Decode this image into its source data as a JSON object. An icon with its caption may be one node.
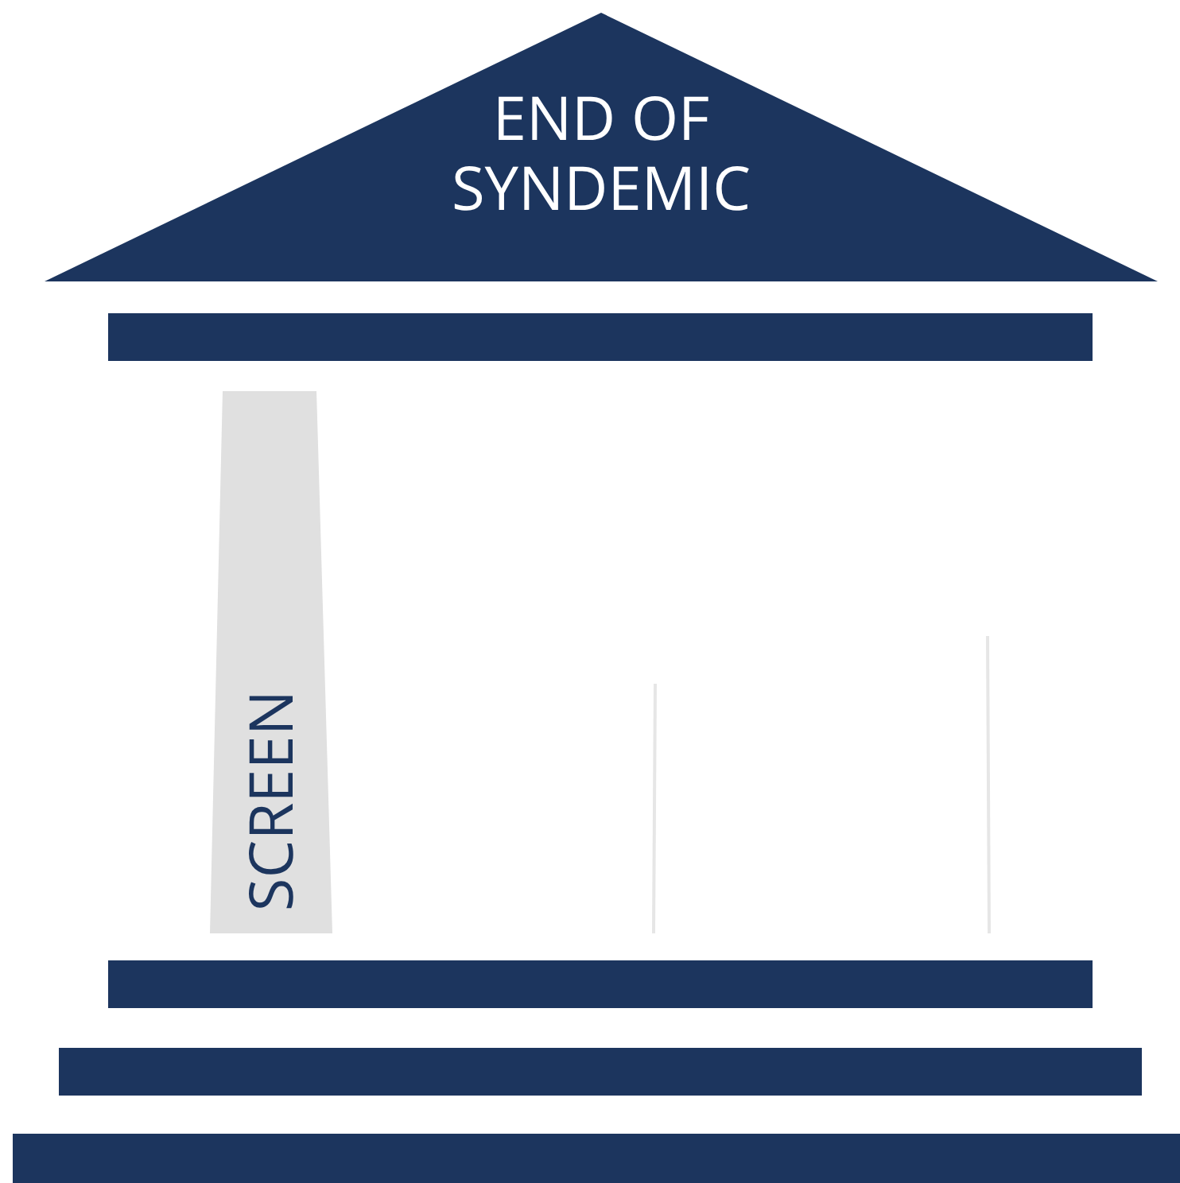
{
  "diagram": {
    "nodes": [
      {
        "text": [
          "END OF SYNDEMIC"
        ]
      },
      {
        "text": [],
        "shape": "bar"
      },
      {
        "text": [
          "SCREEN"
        ]
      },
      {
        "text": [],
        "shape": "bar"
      },
      {
        "text": [],
        "shape": "bar"
      },
      {
        "text": [],
        "shape": "bar"
      }
    ]
  }
}
